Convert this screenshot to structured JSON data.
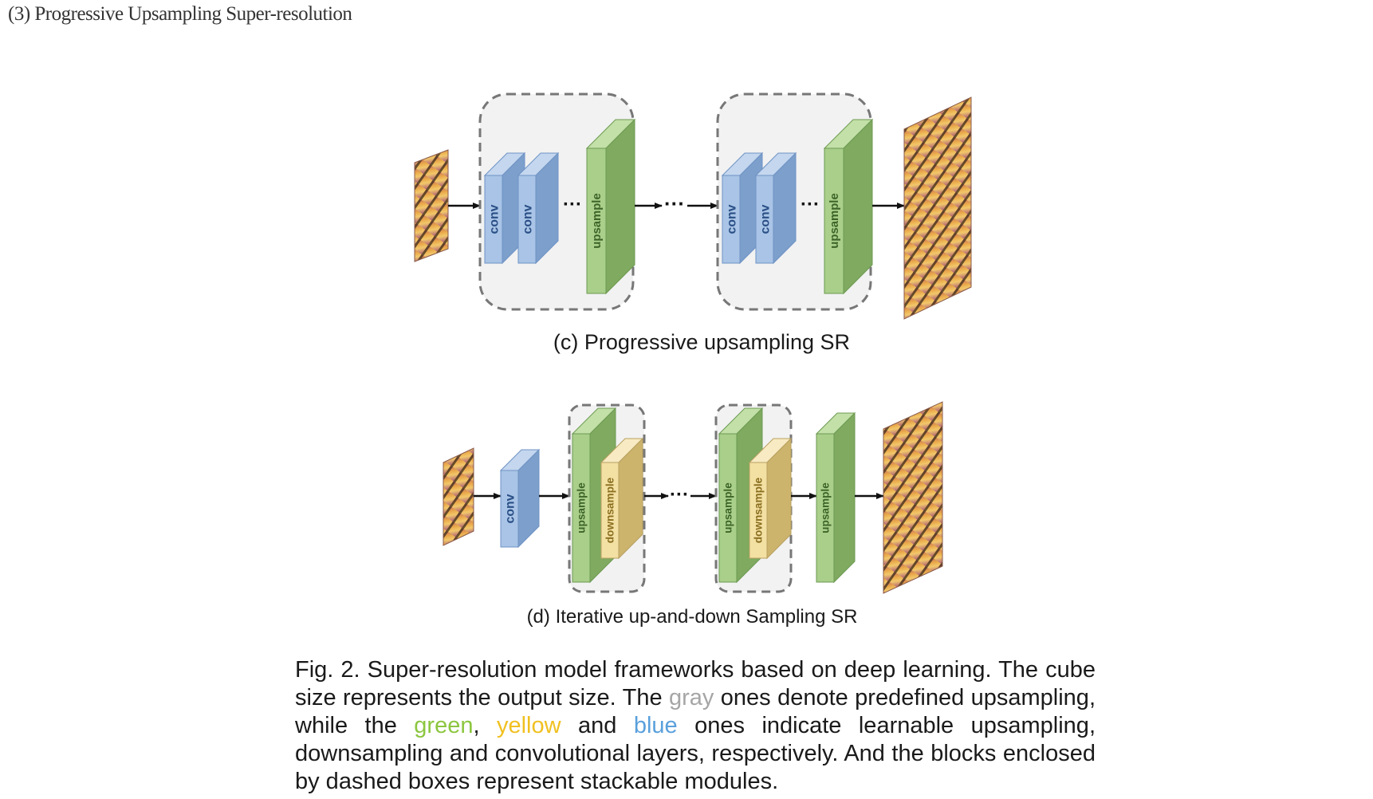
{
  "heading": "(3) Progressive Upsampling Super-resolution",
  "diagram_c": {
    "caption": "(c) Progressive upsampling SR",
    "conv_label": "conv",
    "upsample_label": "upsample",
    "ellipsis": "···"
  },
  "diagram_d": {
    "caption": "(d) Iterative up-and-down Sampling SR",
    "conv_label": "conv",
    "upsample_label": "upsample",
    "downsample_label": "downsample",
    "ellipsis": "···"
  },
  "figure_caption": {
    "part1": "Fig. 2. Super-resolution model frameworks based on deep learning. The cube size represents the output size. The ",
    "gray": "gray",
    "part2": " ones denote predefined upsampling, while the ",
    "green": "green",
    "comma": ", ",
    "yellow": "yellow",
    "and": " and ",
    "blue": "blue",
    "part3": " ones indicate learnable upsampling, downsampling and convolutional layers, respectively. And the blocks enclosed by dashed boxes represent stackable modules."
  },
  "colors": {
    "conv_front": "#a9c4e6",
    "conv_side": "#7c9fcc",
    "conv_top": "#c4d7ef",
    "conv_stroke": "#6f93c4",
    "up_front": "#a9cf8a",
    "up_side": "#7faa60",
    "up_top": "#c3e0a8",
    "up_stroke": "#6c9a52",
    "down_front": "#f3e0a3",
    "down_side": "#cdb46d",
    "down_top": "#f8ebc3",
    "down_stroke": "#b8a060",
    "module_fill": "#f2f2f2",
    "module_stroke": "#777777"
  }
}
